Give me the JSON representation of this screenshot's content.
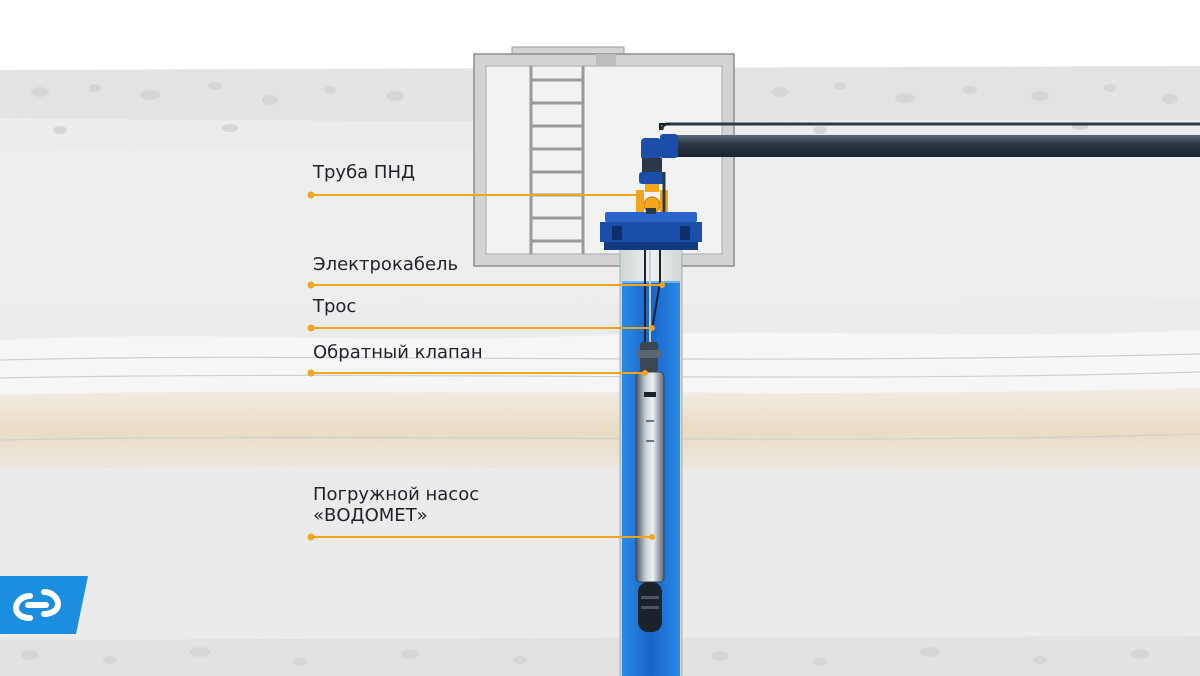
{
  "colors": {
    "accent_orange": "#f2a51d",
    "water_blue": "#1f6fd1",
    "flange_blue": "#1a4ea8",
    "logo_blue": "#1c8ee0",
    "pipe_dark": "#2c3846",
    "label_text": "#1f2329"
  },
  "callouts": [
    {
      "id": "pipe-pnd",
      "text": "Труба ПНД"
    },
    {
      "id": "power-cable",
      "text": "Электрокабель"
    },
    {
      "id": "rope",
      "text": "Трос"
    },
    {
      "id": "check-valve",
      "text": "Обратный клапан"
    },
    {
      "id": "submersible-pump",
      "line1": "Погружной насос",
      "line2": "«ВОДОМЕТ»"
    }
  ],
  "logo": {
    "icon": "brand-logo-icon"
  }
}
